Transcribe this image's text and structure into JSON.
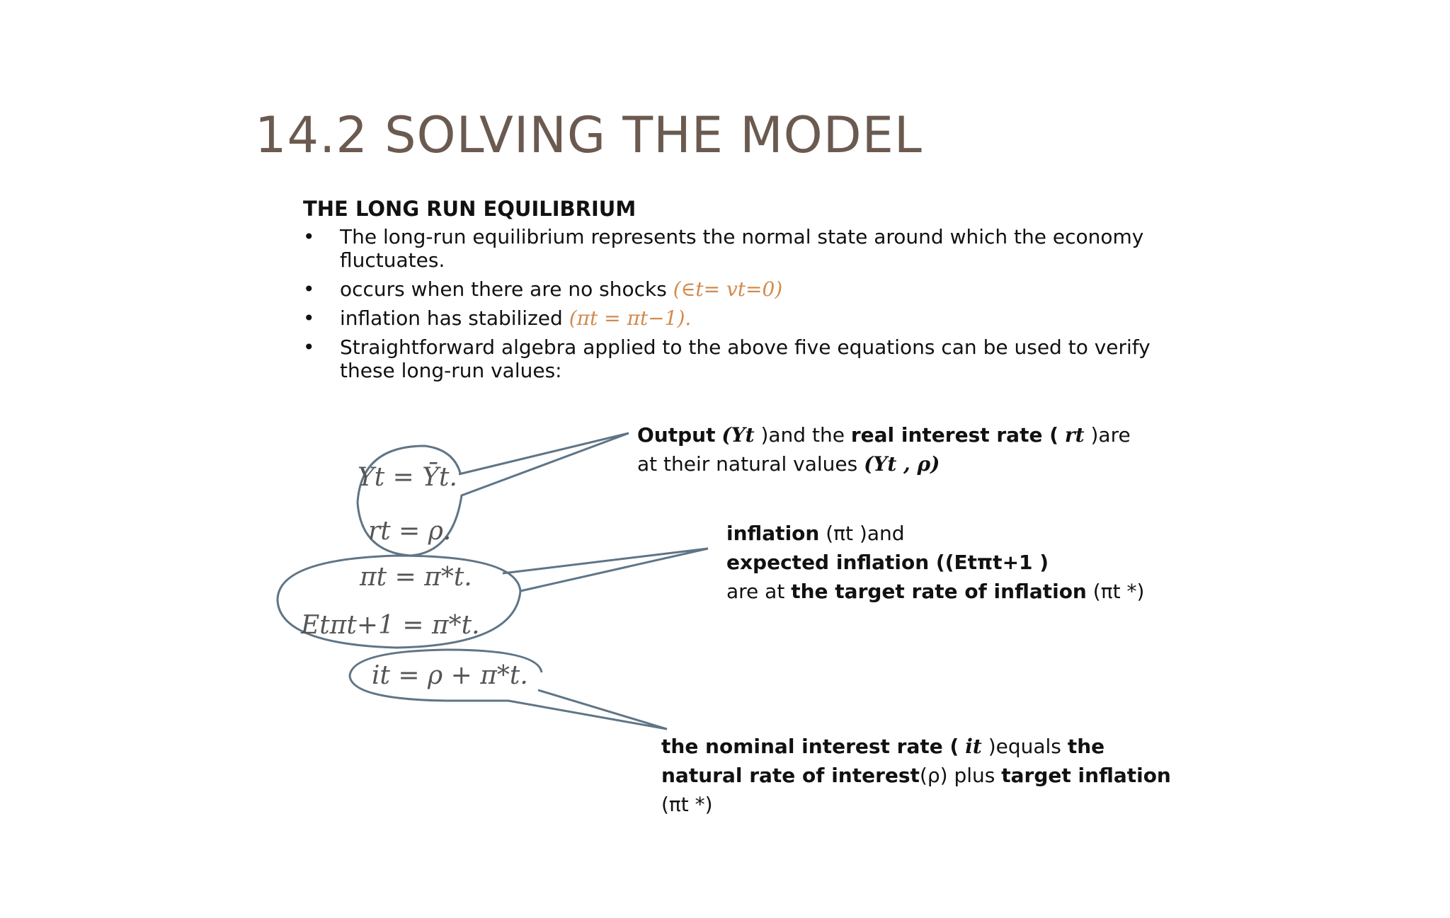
{
  "title": "14.2 SOLVING THE MODEL",
  "heading": "THE LONG RUN EQUILIBRIUM",
  "bullets": {
    "b1": "The long-run equilibrium represents the normal state around which the economy fluctuates.",
    "b2_text": "occurs when there are no shocks ",
    "b2_eq": "(∈t= vt=0)",
    "b3_text": "inflation has stabilized ",
    "b3_eq": "(πt = πt−1).",
    "b4": "Straightforward algebra applied to the above five equations can be used to verify these long-run values:"
  },
  "equations": {
    "e1": "Yt = Ȳt.",
    "e2": "rt = ρ.",
    "e3": "πt = π*t.",
    "e4": "Etπt+1 = π*t.",
    "e5": "it = ρ + π*t."
  },
  "callouts": {
    "output_label": "Output",
    "output_sym": "(Yt",
    "and_the": ")and the",
    "real_rate": "real interest rate (",
    "r_sym": "rt",
    "are": ")are",
    "natural_line": "at their natural values",
    "natural_sym": "(Yt , ρ)",
    "inflation_label": "inflation",
    "inflation_sym": "(πt )and",
    "expected_label": "expected inflation ((Etπt+1 )",
    "are_at": "are at",
    "target_label": "the target rate of inflation",
    "target_sym": "(πt *)",
    "nominal_label": "the nominal interest rate (",
    "i_sym": "it",
    "equals": ")equals",
    "the": "the",
    "natural_rate": "natural rate of interest",
    "rho": "(ρ)",
    "plus": "plus",
    "target_inflation": "target inflation",
    "target_sym2": "(πt *)"
  },
  "colors": {
    "title": "#6b5a50",
    "accent": "#d38a4c",
    "callout_stroke": "#5f7586"
  }
}
